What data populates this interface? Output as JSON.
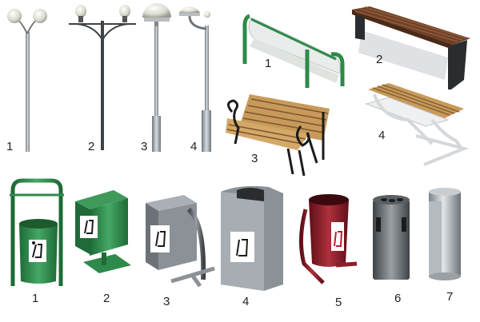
{
  "lamps": {
    "labels": [
      "1",
      "2",
      "3",
      "4"
    ]
  },
  "benches": {
    "labels": [
      "1",
      "2",
      "3",
      "4"
    ]
  },
  "bins": {
    "labels": [
      "1",
      "2",
      "3",
      "4",
      "5",
      "6",
      "7"
    ]
  },
  "colors": {
    "green_metal": "#2e8a4a",
    "grey_metal": "#8b9196",
    "red_metal": "#8e1c28",
    "wood": "#c89a5a",
    "dark_wood": "#6b3f26"
  }
}
